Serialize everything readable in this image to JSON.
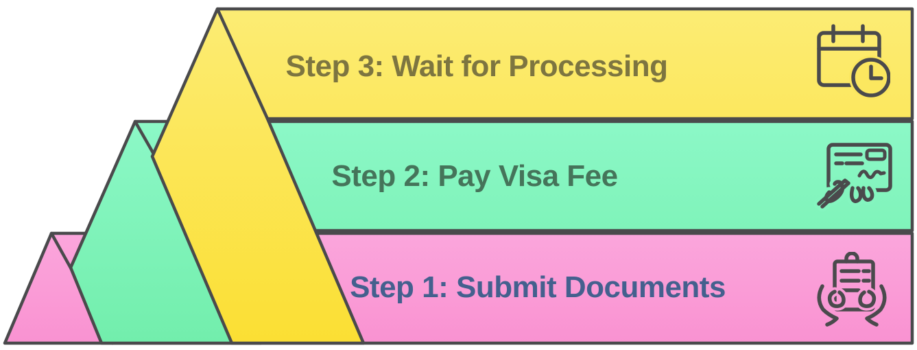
{
  "diagram": {
    "type": "stepped-mountain-infographic",
    "step_count": 3
  },
  "steps": [
    {
      "id": "step-1",
      "label": "Step 1: Submit Documents",
      "icon": "documents-in-hands-icon",
      "band_top_color": "#FBA6DC",
      "band_bottom_color": "#F992D1",
      "text_color": "#44608E",
      "icon_halo_color": "#F99CD6"
    },
    {
      "id": "step-2",
      "label": "Step 2: Pay Visa Fee",
      "icon": "check-payment-icon",
      "band_top_color": "#8CF8C7",
      "band_bottom_color": "#72EEAC",
      "text_color": "#45745A",
      "icon_halo_color": "#84F5BF"
    },
    {
      "id": "step-3",
      "label": "Step 3: Wait for Processing",
      "icon": "calendar-clock-icon",
      "band_top_color": "#FCEC74",
      "band_bottom_color": "#FBDF33",
      "text_color": "#7D7540",
      "icon_halo_color": "#FBE75F"
    }
  ],
  "colors": {
    "outline": "#4A4A4C",
    "background": "#FFFFFF"
  }
}
